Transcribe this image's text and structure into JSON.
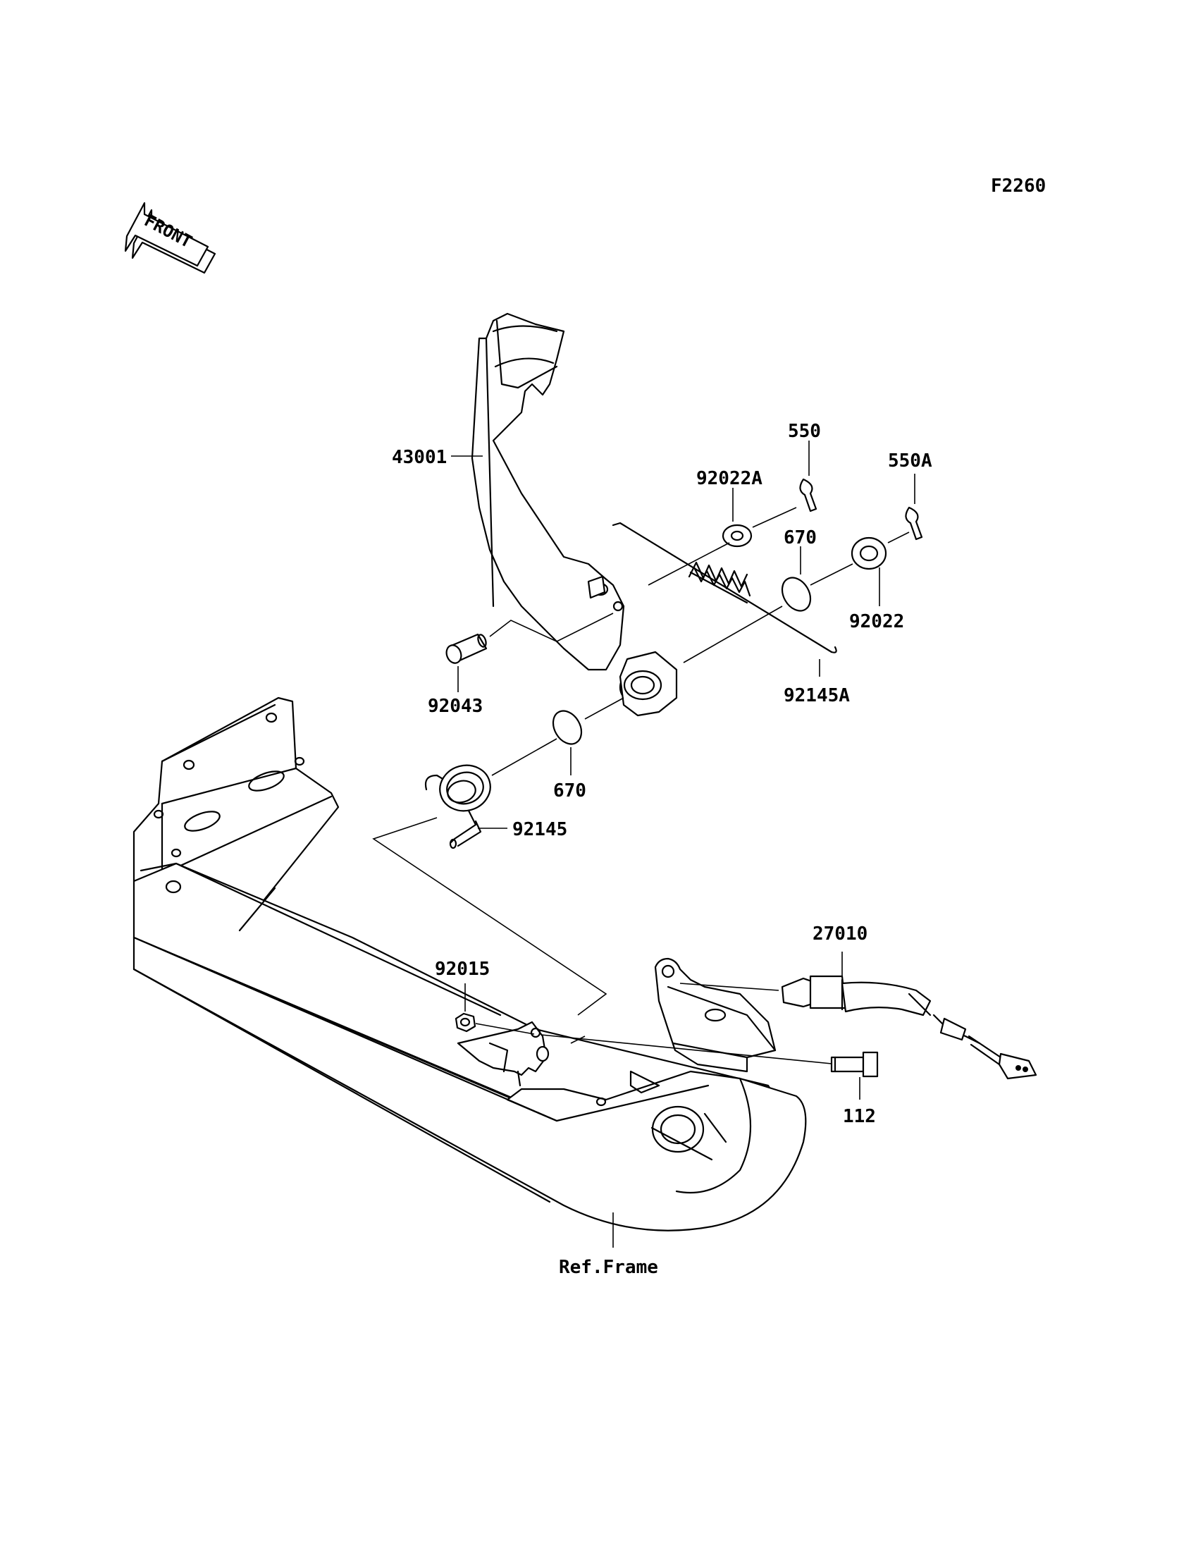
{
  "figure_code": "F2260",
  "front_badge": "FRONT",
  "parts": [
    {
      "id": "43001",
      "name": "pedal"
    },
    {
      "id": "550",
      "name": "cotter-pin"
    },
    {
      "id": "550A",
      "name": "cotter-pin"
    },
    {
      "id": "92022A",
      "name": "washer"
    },
    {
      "id": "670",
      "name": "o-ring"
    },
    {
      "id": "92022",
      "name": "washer"
    },
    {
      "id": "92043",
      "name": "pin"
    },
    {
      "id": "92145A",
      "name": "spring"
    },
    {
      "id": "670",
      "name": "o-ring"
    },
    {
      "id": "92145",
      "name": "torsion-spring"
    },
    {
      "id": "27010",
      "name": "switch"
    },
    {
      "id": "92015",
      "name": "nut"
    },
    {
      "id": "112",
      "name": "bolt"
    },
    {
      "id": "Ref.Frame",
      "name": "frame"
    }
  ],
  "colors": {
    "ink": "#000000",
    "paper": "#ffffff"
  }
}
